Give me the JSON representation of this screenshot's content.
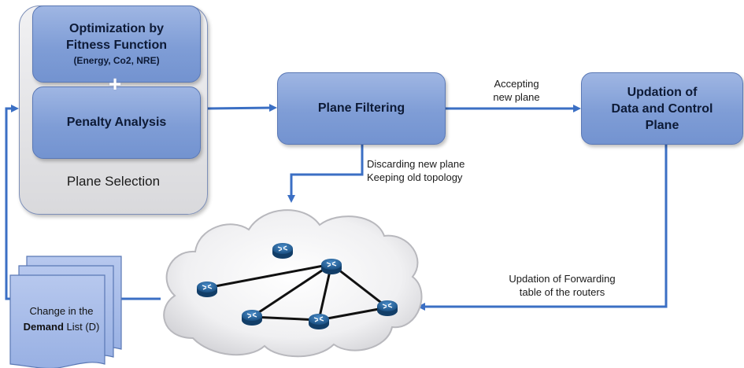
{
  "plane_selection": {
    "opt_title_1": "Optimization by",
    "opt_title_2": "Fitness Function",
    "opt_sub": "(Energy, Co2, NRE)",
    "penalty": "Penalty Analysis",
    "label": "Plane Selection"
  },
  "plane_filtering": "Plane Filtering",
  "updation": {
    "line1": "Updation of",
    "line2": "Data and Control",
    "line3": "Plane"
  },
  "edges": {
    "accept_1": "Accepting",
    "accept_2": "new plane",
    "discard_1": "Discarding new plane",
    "discard_2": "Keeping old topology",
    "forward_1": "Updation of Forwarding",
    "forward_2": "table of the routers"
  },
  "demand": {
    "line1": "Change in the",
    "bold": "Demand",
    "rest": " List (D)"
  },
  "colors": {
    "box_fill": "#8aa5dc",
    "arrow": "#3b6fc4",
    "router": "#1f5e96"
  },
  "icons": [
    "router-icon",
    "cloud-icon",
    "plus-icon",
    "document-stack-icon"
  ]
}
